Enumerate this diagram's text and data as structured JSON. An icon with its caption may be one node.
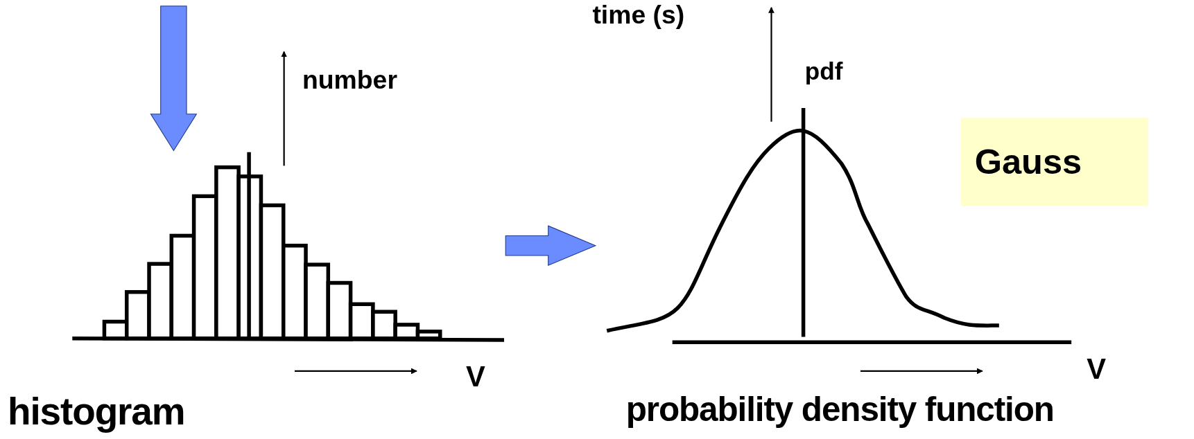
{
  "diagram": {
    "nodes": [
      {
        "text": [
          "histogram"
        ]
      },
      {
        "text": [
          "probability density function"
        ]
      },
      {
        "text": [
          "Gauss"
        ]
      }
    ],
    "edges": [
      {
        "from": null,
        "to": 0,
        "arrow": "to"
      },
      {
        "from": 0,
        "to": 1,
        "arrow": "to"
      }
    ],
    "labels": [
      "time (s)",
      "pdf",
      "number",
      "V",
      "V"
    ]
  }
}
